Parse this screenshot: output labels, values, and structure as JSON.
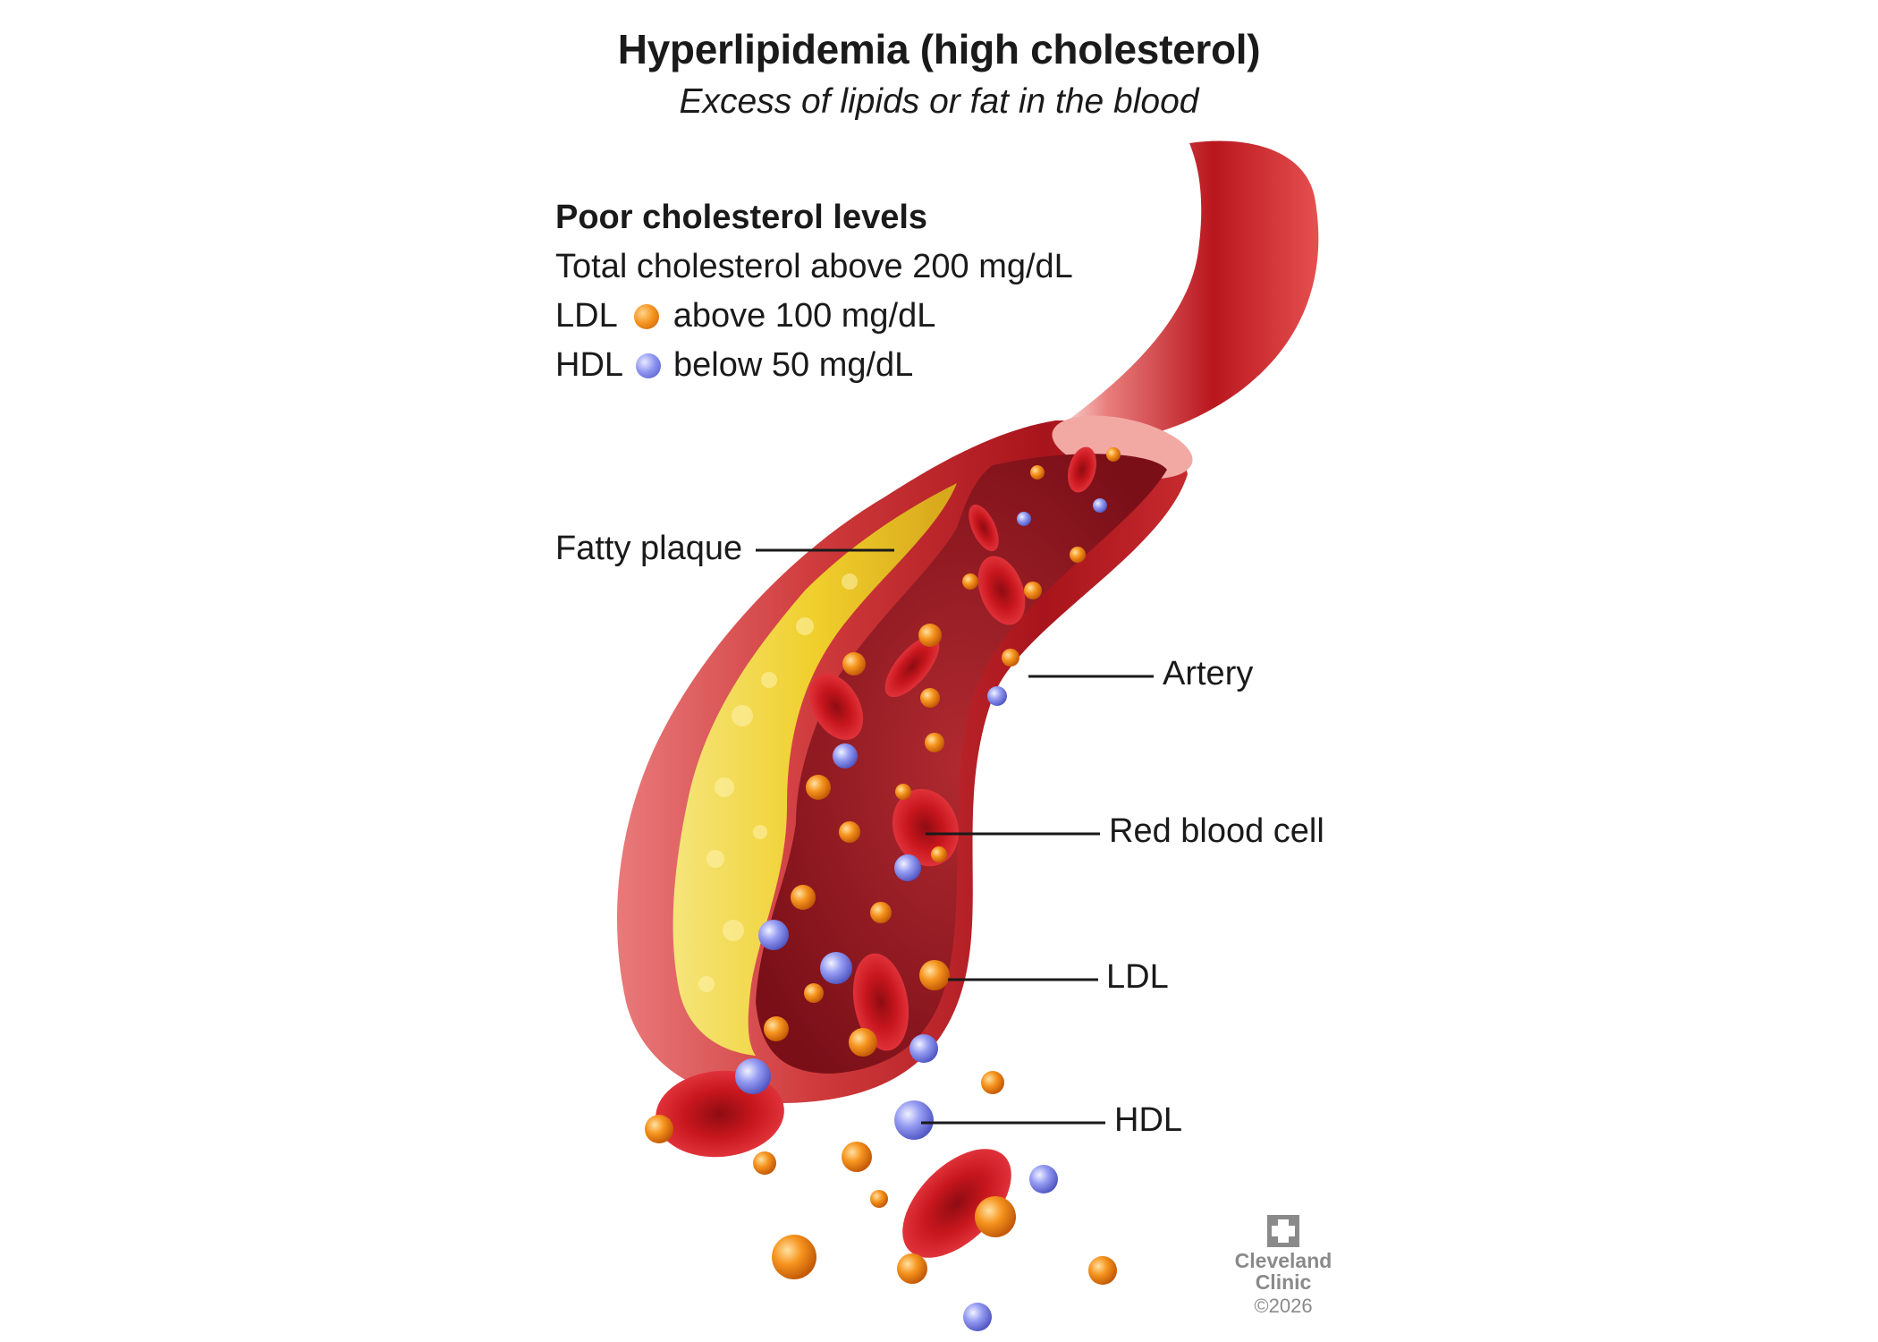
{
  "title": "Hyperlipidemia (high cholesterol)",
  "subtitle": "Excess of lipids or fat in the blood",
  "legend": {
    "heading": "Poor cholesterol levels",
    "total": "Total cholesterol above 200 mg/dL",
    "ldl_label": "LDL",
    "ldl_value": "above 100 mg/dL",
    "hdl_label": "HDL",
    "hdl_value": "below 50 mg/dL"
  },
  "labels": {
    "fatty_plaque": "Fatty plaque",
    "artery": "Artery",
    "red_blood_cell": "Red blood cell",
    "ldl": "LDL",
    "hdl": "HDL"
  },
  "logo": {
    "name_line1": "Cleveland",
    "name_line2": "Clinic",
    "copyright": "©2026"
  },
  "colors": {
    "artery": "#c4222b",
    "artery_wall": "#e9777a",
    "plaque": "#f2d43b",
    "ldl": "#f6951f",
    "hdl": "#8d94f0",
    "red_blood_cell": "#c8161d"
  }
}
